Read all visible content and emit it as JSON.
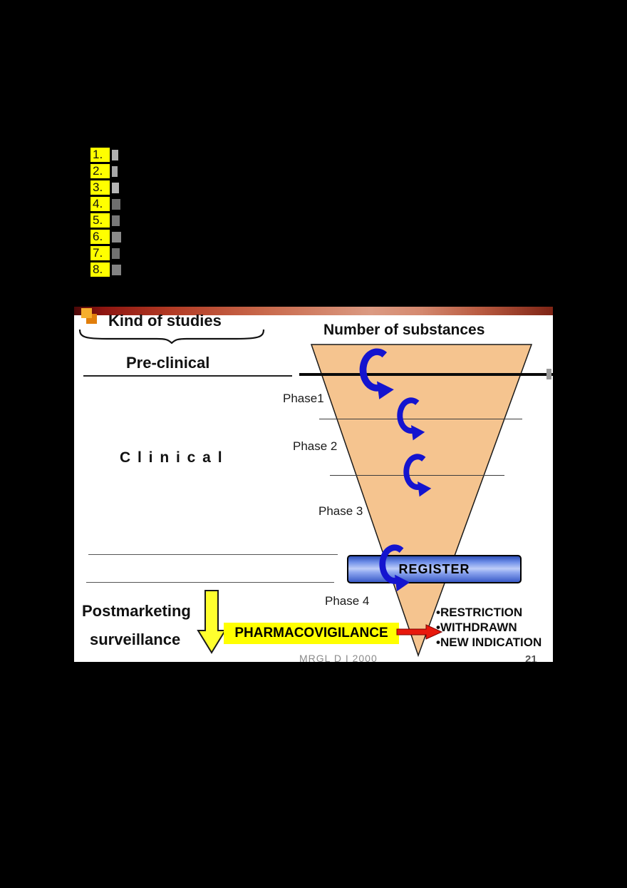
{
  "page": {
    "background_color": "#000000",
    "description": "black page with redacted numbered list and embedded slide diagram"
  },
  "notes_list": {
    "highlight_color": "#ffff00",
    "items": [
      "1.",
      "2.",
      "3.",
      "4.",
      "5.",
      "6.",
      "7.",
      "8."
    ]
  },
  "slide": {
    "header": {
      "kind_of_studies": "Kind of studies",
      "number_of_substances": "Number of substances"
    },
    "labels": {
      "pre_clinical": "Pre-clinical",
      "clinical": "C l i n i c a l",
      "postmarketing_line1": "Postmarketing",
      "postmarketing_line2": "surveillance"
    },
    "phases": [
      "Phase1",
      "Phase 2",
      "Phase 3",
      "Phase 4"
    ],
    "register_label": "REGISTER",
    "pharmacovigilance_label": "PHARMACOVIGILANCE",
    "outcomes": [
      "•RESTRICTION",
      "•WITHDRAWN",
      "•NEW INDICATION"
    ],
    "footer_text": "MRGL D I 2000",
    "page_number": "21",
    "icons": {
      "cycle_arrow": "curved-rotation-arrow",
      "down_arrow": "down-filter-arrow",
      "right_arrow": "red-right-arrow"
    },
    "colors": {
      "funnel_fill": "#F5C48F",
      "arrow_blue": "#1414CF",
      "highlight_yellow": "#FFFF00",
      "red_arrow": "#E8180C",
      "register_blue_mid": "#BECDF8",
      "accent_bar_red": "#B23A24"
    }
  }
}
